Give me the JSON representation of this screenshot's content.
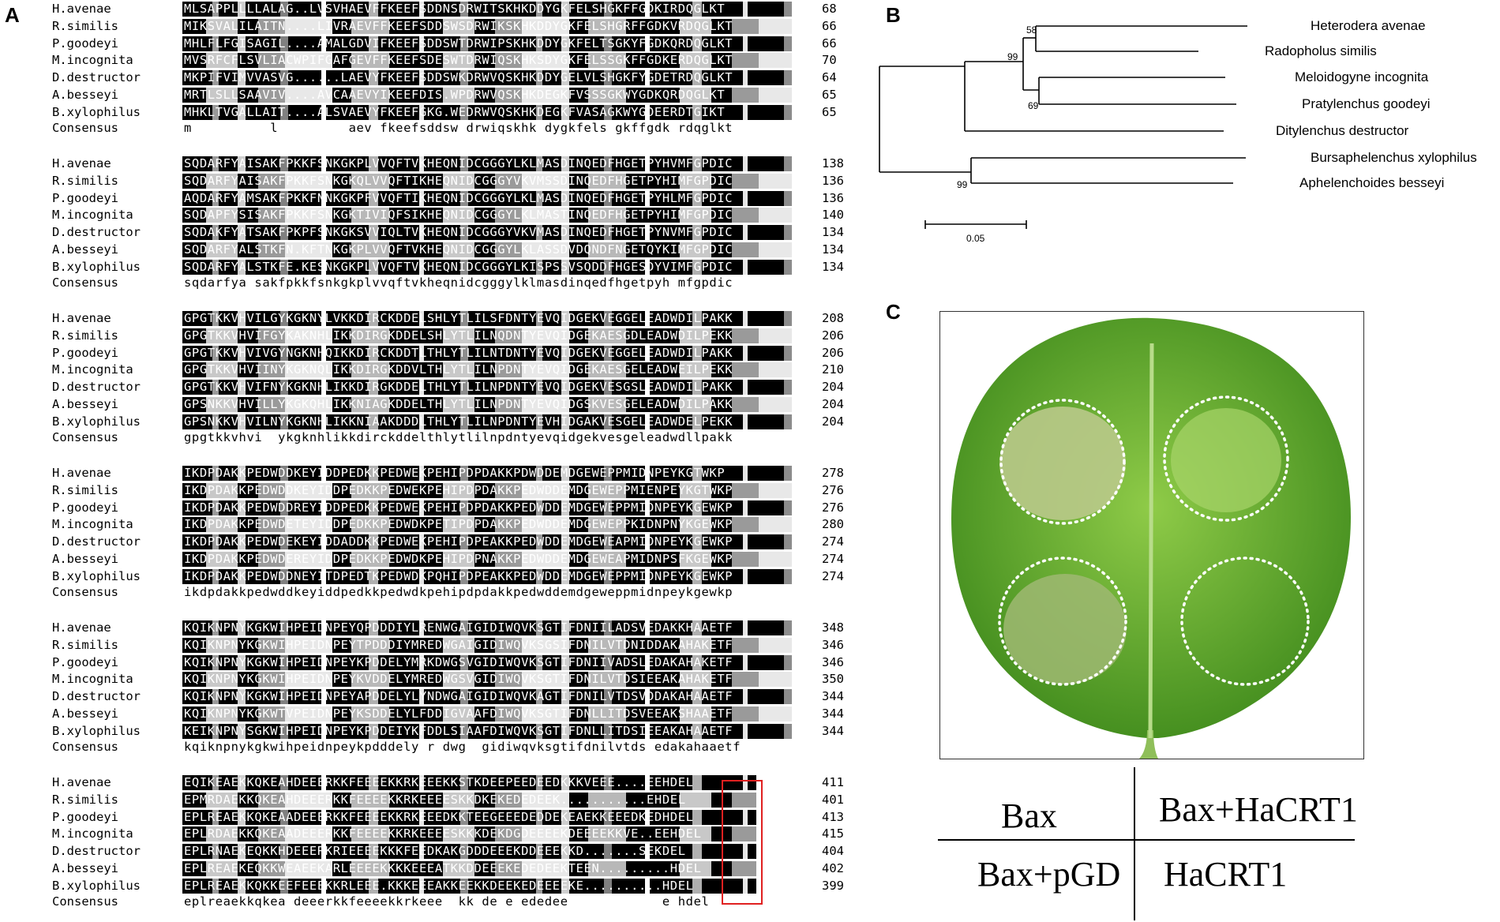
{
  "panel_labels": {
    "a": "A",
    "b": "B",
    "c": "C"
  },
  "alignment": {
    "blocks": [
      {
        "rows": [
          {
            "name": "H.avenae",
            "seq": "MLSAPPLLLLALAG..LVSVHAEVFFKEEFSDDNSDRWITSKHKDDYGKFELSHGKFFGDKIRDQGLKT",
            "end": "68"
          },
          {
            "name": "R.similis",
            "seq": "MIKSVALILAITN....LIVRAEVFFKEEFSDDSWSDRWIKSKHKDDYGKFELSHGRFFGDKVRDQGLKT",
            "end": "66"
          },
          {
            "name": "P.goodeyi",
            "seq": "MHLFLFGISAGIL....AMALGDVIFKEEFSDDSWTDRWIPSKHKDDYGKFELTSGKYFGDKQRDQGLKT",
            "end": "66"
          },
          {
            "name": "M.incognita",
            "seq": "MVSRFCFLSVLIACWPIFGAFGEVFFKEEFSDESWTDRWIQSKHKSDYGKFELSSGKFFGDKERDQGLKT",
            "end": "70"
          },
          {
            "name": "D.destructor",
            "seq": "MKPIFVIMVVASVG......LAEVYFKEEFSDDSWKDRWVQSKHKDDYGELVLSHGKFYGDETRDQGLKT",
            "end": "64"
          },
          {
            "name": "A.besseyi",
            "seq": "MRTLSLLSAAVIV....AVCAAEVYIKEEFDIS.WPDRWVQSKHKDEGKFVSSSGKWYGDKQRDQGLKT",
            "end": "65"
          },
          {
            "name": "B.xylophilus",
            "seq": "MHKLTVGALLAIT....ALSVAEVYFKEEFGKG.WEDRWVQSKHKDEGKFVASAGKWYGDEERDTGIKT",
            "end": "65"
          }
        ],
        "consensus": "m          l         aev fkeefsddsw drwiqskhk dygkfels gkffgdk rdqglkt"
      },
      {
        "rows": [
          {
            "name": "H.avenae",
            "seq": "SQDARFYAISAKFPKKFSNKGKPLVVQFTVKHEQNIDCGGGYLKLMASDINQEDFHGETPYHVMFGPDIC",
            "end": "138"
          },
          {
            "name": "R.similis",
            "seq": "SQDARFYAISAKFPKKFSNKGKQLVVQFTIKHEQNIDCGGGYVKVMSSDINQEDFHGETPYHIMFGPDIC",
            "end": "136"
          },
          {
            "name": "P.goodeyi",
            "seq": "AQDARFYAMSAKFPKKFNNKGKPFVVQFTIKHEQNIDCGGGYLKLMASDINQEDFHGETPYHLMFGPDIC",
            "end": "136"
          },
          {
            "name": "M.incognita",
            "seq": "SQDAPFYSISAKFPKKFSNKGKTIVIQFSIKHEQNIDCGGGYLKLMASTINQEDFHGETPYHIMFGPDIC",
            "end": "140"
          },
          {
            "name": "D.destructor",
            "seq": "SQDAKFYATSAKFPKPFSNKGKSVVIQLTVKHEQNIDCGGGYVKVMASDINQEDFHGETPYNVMFGPDIC",
            "end": "134"
          },
          {
            "name": "A.besseyi",
            "seq": "SQDARFYALSTKFN.KFTNKGKPLVVQFTVKHEQNIDCGGGYLKLASSDVDQNDFNGETQYKIMFGPDIC",
            "end": "134"
          },
          {
            "name": "B.xylophilus",
            "seq": "SQDARFYALSTKFE.KESNKGKPLVVQFTVKHEQNIDCGGGYLKISPSSVSQDDFHGESDYVIMFGPDIC",
            "end": "134"
          }
        ],
        "consensus": "sqdarfya sakfpkkfsnkgkplvvqftvkheqnidcgggylklmasdinqedfhgetpyh mfgpdic"
      },
      {
        "rows": [
          {
            "name": "H.avenae",
            "seq": "GPGTKKVHVILGYKGKNYLVKKDIRCKDDELSHLYTLILSFDNTYEVQIDGEKVEGGELEADWDILPAKK",
            "end": "208"
          },
          {
            "name": "R.similis",
            "seq": "GPGTKKVHVIFGYKAKNHLIKKDIRGKDDELSHLYTLILNQDNTYEVQIDGEKAESGDLEADWDILPEKK",
            "end": "206"
          },
          {
            "name": "P.goodeyi",
            "seq": "GPGTKKVHVIVGYNGKNHQIKKDIRCKDDTLTHLYTLILNTDNTYEVQIDGEKVEGGELEADWDILPAKK",
            "end": "206"
          },
          {
            "name": "M.incognita",
            "seq": "GPGTKKVHVIINYKGKNQLIKKDIRGKDDVLTHLYTLILNPDNTYEVQIDGEKAESGELEADWEILPEKK",
            "end": "210"
          },
          {
            "name": "D.destructor",
            "seq": "GPGTKKVHVIFNYKGKNHLIKKDIRGKDDELTHLYTLILNPDNTYEVQIDGEKVESGSLEADWDILPAKK",
            "end": "204"
          },
          {
            "name": "A.besseyi",
            "seq": "GPSNKKVHVILLYKGKQHLIKKNIAGKDDELTHLYTLILNPDNTYEVQIDGSKVESGELEADWDILPAKK",
            "end": "204"
          },
          {
            "name": "B.xylophilus",
            "seq": "GPSNKKVHVILNYKGKNHLIKKNIAAKDDDLTHLYTLILNPDNTYEVHIDGAKVESGELEADWDELPEKK",
            "end": "204"
          }
        ],
        "consensus": "gpgtkkvhvi  ykgknhlikkdirckddelthlytlilnpdntyevqidgekvesgeleadwdllpakk"
      },
      {
        "rows": [
          {
            "name": "H.avenae",
            "seq": "IKDPDAKKPEDWDDKEYIDDPEDKKPEDWEKPEHIPDPDAKKPDWDDEMDGEWEPPMIDNPEYKGTWKP",
            "end": "278"
          },
          {
            "name": "R.similis",
            "seq": "IKDPDAKKPEDWDDKEYIDDPEDKKPEDWEKPEHIPDPDAKKPEDWDDEMDGEWEPPMIENPEYKGTWKP",
            "end": "276"
          },
          {
            "name": "P.goodeyi",
            "seq": "IKDPDAKKPEDWDDREYIDDPEDKKPEDWEKPEHIPDPDAKKPEDWDDEMDGEWEPPMIDNPEYKGEWKP",
            "end": "276"
          },
          {
            "name": "M.incognita",
            "seq": "IKDPDAKKPEDWDETEYIDDPEDKKPEDWDKPETIPDPDAKKPEDWDDEMDGEWEPPKIDNPNYKGEWKP",
            "end": "280"
          },
          {
            "name": "D.destructor",
            "seq": "IKDPDAKKPEDWDEKEYIDDADDKKPEDWEKPEHIPDPEAKKPEDWDDEMDGEWEAPMIDNPEYKGEWKP",
            "end": "274"
          },
          {
            "name": "A.besseyi",
            "seq": "IKDPDAKKPEDWDEREYIDDPEDKKPEDWDKPEHIPDPNAKKPEDWDDEMDGEWEAPMIDNPSFKGEWKP",
            "end": "274"
          },
          {
            "name": "B.xylophilus",
            "seq": "IKDPDAKKPEDWDDNEYITDPEDTKPEDWDKPQHIPDPEAKKPEDWDDEMDGEWEPPMIDNPEYKGEWKP",
            "end": "274"
          }
        ],
        "consensus": "ikdpdakkpedwddkeyiddpedkkpedwdkpehipdpdakkpedwddemdgeweppmidnpeykgewkp"
      },
      {
        "rows": [
          {
            "name": "H.avenae",
            "seq": "KQIKNPNYKGKWIHPEIDNPEYQPDDDIYLRENWGAIGIDIWQVKSGTIFDNIILADSVEDAKKHAAETF",
            "end": "348"
          },
          {
            "name": "R.similis",
            "seq": "KQIKNPNYKGKWIHPEIDNPEYTPDDDIYMREDWGAIGIDIWQVKSGSIFDNILVTDNIDDAKAHAKETF",
            "end": "346"
          },
          {
            "name": "P.goodeyi",
            "seq": "KQIKNPNYKGKWIHPEIDNPEYKPDDELYMRKDWGSVGIDIWQVKSGTIFDNIIVADSLEDAKAHAKETF",
            "end": "346"
          },
          {
            "name": "M.incognita",
            "seq": "KQIKNPNYKGKWIHPEIDNPEYKVDDELYMREDWGSVGIDIWQVKSGTIFDNILVTDSIEEAKAHAKETF",
            "end": "350"
          },
          {
            "name": "D.destructor",
            "seq": "KQIKNPNYKGKWIHPEIDNPEYAPDDELYLYNDWGAIGIDIWQVKAGTIFDNILVTDSVDDAKAHAAETF",
            "end": "344"
          },
          {
            "name": "A.besseyi",
            "seq": "KQIKNPNYKGKWTVPEIDNPEYKSDDELYLFDDIGVAAFDIWQVKSGTIFDNLLITDSVEEAKSHAAETF",
            "end": "344"
          },
          {
            "name": "B.xylophilus",
            "seq": "KEIKNPNYSGKWIHPEIDNPEYKPDDEIYKFDDLSIAAFDIWQVKSGTIFDNLLITDSIEEAKAHAAETF",
            "end": "344"
          }
        ],
        "consensus": "kqiknpnykgkwihpeidnpeykpdddely r dwg  gidiwqvksgtifdnilvtds edakahaaetf"
      },
      {
        "rows": [
          {
            "name": "H.avenae",
            "seq": "EQIKEAEKKQKEAHDEEERKKFEEEEKKRKEEEKKSTKDEEPEEDEEDKKKVEEE....EEHDEL",
            "end": "411"
          },
          {
            "name": "R.similis",
            "seq": "EPMRDAEKKQKEAHDEEERKKFEEEEKKRKEEEESKKDKEKEDEDEEK...........EHDEL",
            "end": "401"
          },
          {
            "name": "P.goodeyi",
            "seq": "EPLREAEKKQKEAADEEERKKFEEEEKKRKEEEDKKTEEGEEEDEDDEKEAEKKEEEDKEDHDEL",
            "end": "413"
          },
          {
            "name": "M.incognita",
            "seq": "EPLRDAEKKQKEAADEEERKKFEEEEKKRKEEEESKKKDEKDGDEEEEKDEEEEKKVE..EEHDEL",
            "end": "415"
          },
          {
            "name": "D.destructor",
            "seq": "EPLRNAEKEQKKHDEEERKRIEEEEKKKFEEDKAKGDDDEEEKDDEEEKKD.......SEKDEL",
            "end": "404"
          },
          {
            "name": "A.besseyi",
            "seq": "EPLREAEKEQKKWEAEEKARLEEEEKKKKEEEATKKDDEEEKEDEDEEKTEEN.........HDEL",
            "end": "402"
          },
          {
            "name": "B.xylophilus",
            "seq": "EPLREAEKKQKKEEFEEEKKRLEEE.KKKEEEAKKEEKKDEEKEDEEEEKE..........HDEL",
            "end": "399"
          }
        ],
        "consensus": "eplreaekkqkea deeerkkfeeeekkrkeee  kk de e ededee            e hdel"
      }
    ],
    "consensus_label": "Consensus"
  },
  "tree": {
    "taxa": [
      "Heterodera avenae",
      "Radopholus similis",
      "Meloidogyne incognita",
      "Pratylenchus goodeyi",
      "Ditylenchus destructor",
      "Bursaphelenchus xylophilus",
      "Aphelenchoides besseyi"
    ],
    "bootstrap": [
      "58",
      "99",
      "69",
      "99"
    ],
    "scale_label": "0.05"
  },
  "infiltration": {
    "labels": {
      "top_left": "Bax",
      "top_right": "Bax+HaCRT1",
      "bottom_left": "Bax+pGD",
      "bottom_right": "HaCRT1"
    },
    "colors": {
      "leaf_dark": "#3f8a1c",
      "leaf_light": "#7cc23a",
      "necrosis": "#b9c98a",
      "circle": "#ffffff"
    }
  }
}
